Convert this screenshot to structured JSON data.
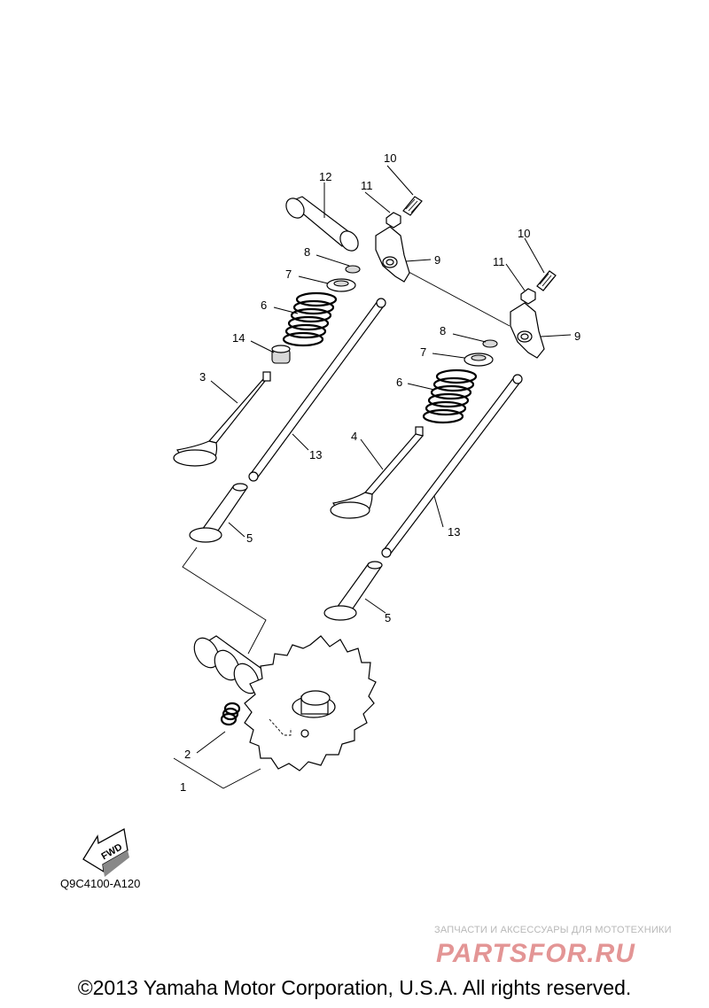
{
  "diagram": {
    "callouts": [
      "1",
      "2",
      "3",
      "4",
      "5",
      "5",
      "6",
      "6",
      "7",
      "7",
      "8",
      "8",
      "9",
      "9",
      "10",
      "10",
      "11",
      "11",
      "12",
      "13",
      "13",
      "14"
    ],
    "fwd_label": "FWD",
    "code": "Q9C4100-A120"
  },
  "footer": {
    "copyright": "©2013 Yamaha Motor Corporation, U.S.A. All rights reserved."
  },
  "watermark": {
    "tagline": "ЗАПЧАСТИ И АКСЕССУАРЫ ДЛЯ МОТОТЕХНИКИ",
    "logo": "PARTSFOR.RU"
  }
}
